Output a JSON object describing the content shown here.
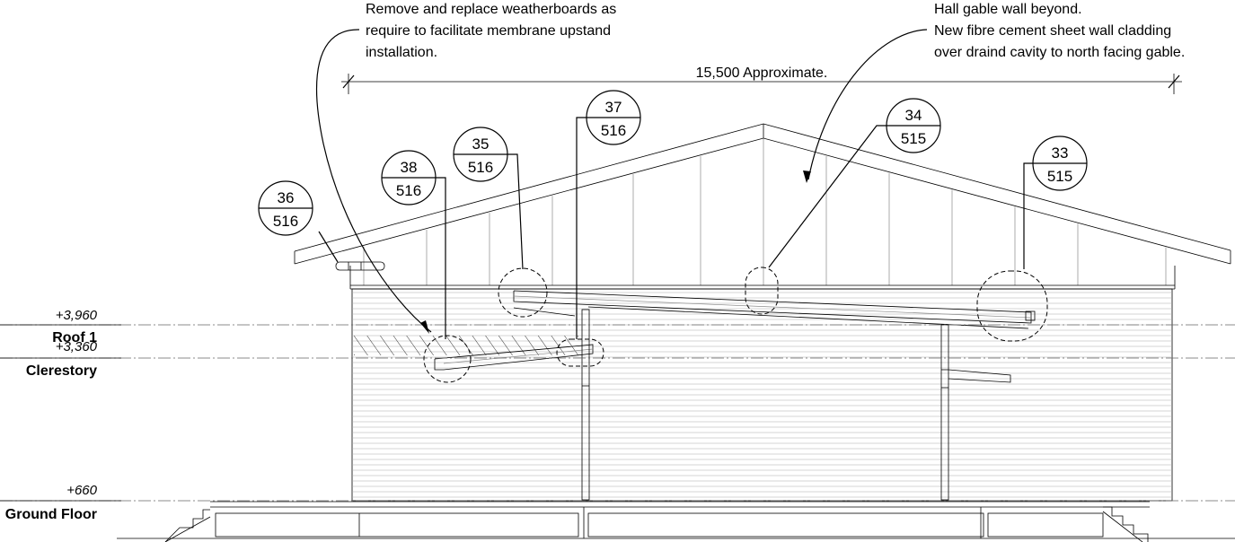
{
  "notes": {
    "weatherboards": [
      "Remove and replace weatherboards as",
      "require to facilitate membrane upstand",
      "installation."
    ],
    "gable": [
      "Hall gable wall beyond.",
      "New fibre cement sheet wall cladding",
      "over draind cavity to north facing gable."
    ]
  },
  "dimension": {
    "label": "15,500 Approximate."
  },
  "levels": [
    {
      "value": "+3,960",
      "name": "Roof 1"
    },
    {
      "value": "+3,360",
      "name": "Clerestory"
    },
    {
      "value": "+660",
      "name": "Ground Floor"
    }
  ],
  "callouts": [
    {
      "detail": "36",
      "sheet": "516"
    },
    {
      "detail": "38",
      "sheet": "516"
    },
    {
      "detail": "35",
      "sheet": "516"
    },
    {
      "detail": "37",
      "sheet": "516"
    },
    {
      "detail": "34",
      "sheet": "515"
    },
    {
      "detail": "33",
      "sheet": "515"
    }
  ]
}
